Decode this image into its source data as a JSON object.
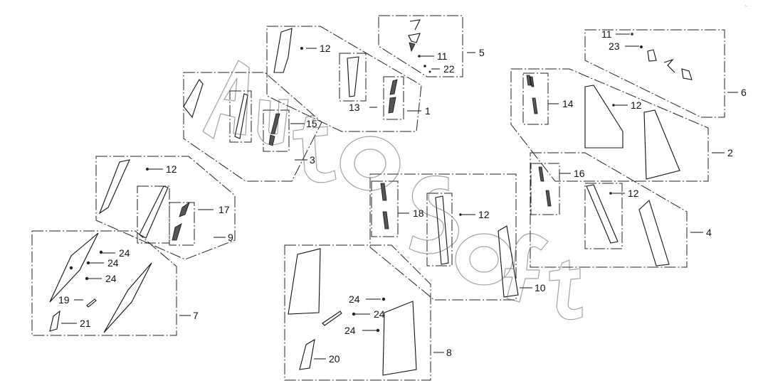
{
  "callouts": {
    "c1": "1",
    "c2": "2",
    "c3": "3",
    "c4": "4",
    "c5": "5",
    "c6": "6",
    "c7": "7",
    "c8": "8",
    "c9": "9",
    "c10": "10",
    "c11a": "11",
    "c11b": "11",
    "c12a": "12",
    "c12b": "12",
    "c12c": "12",
    "c12d": "12",
    "c12e": "12",
    "c13": "13",
    "c14": "14",
    "c15": "15",
    "c16": "16",
    "c17": "17",
    "c18": "18",
    "c19": "19",
    "c20": "20",
    "c21": "21",
    "c22": "22",
    "c23": "23",
    "c24a": "24",
    "c24b": "24",
    "c24c": "24",
    "c24d": "24",
    "c24e": "24",
    "c24f": "24"
  },
  "watermark": {
    "text": "AutoSoft",
    "icon": "autosoft-watermark-logo"
  },
  "corner_mark": "s.. ..."
}
